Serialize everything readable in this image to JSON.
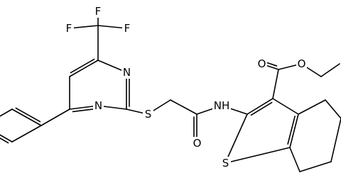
{
  "molecule": {
    "atoms": {
      "F1": "F",
      "F2": "F",
      "F3": "F",
      "N1": "N",
      "N2": "N",
      "S1": "S",
      "O1": "O",
      "NH": "NH",
      "O2": "O",
      "O3": "O",
      "S2": "S"
    }
  }
}
